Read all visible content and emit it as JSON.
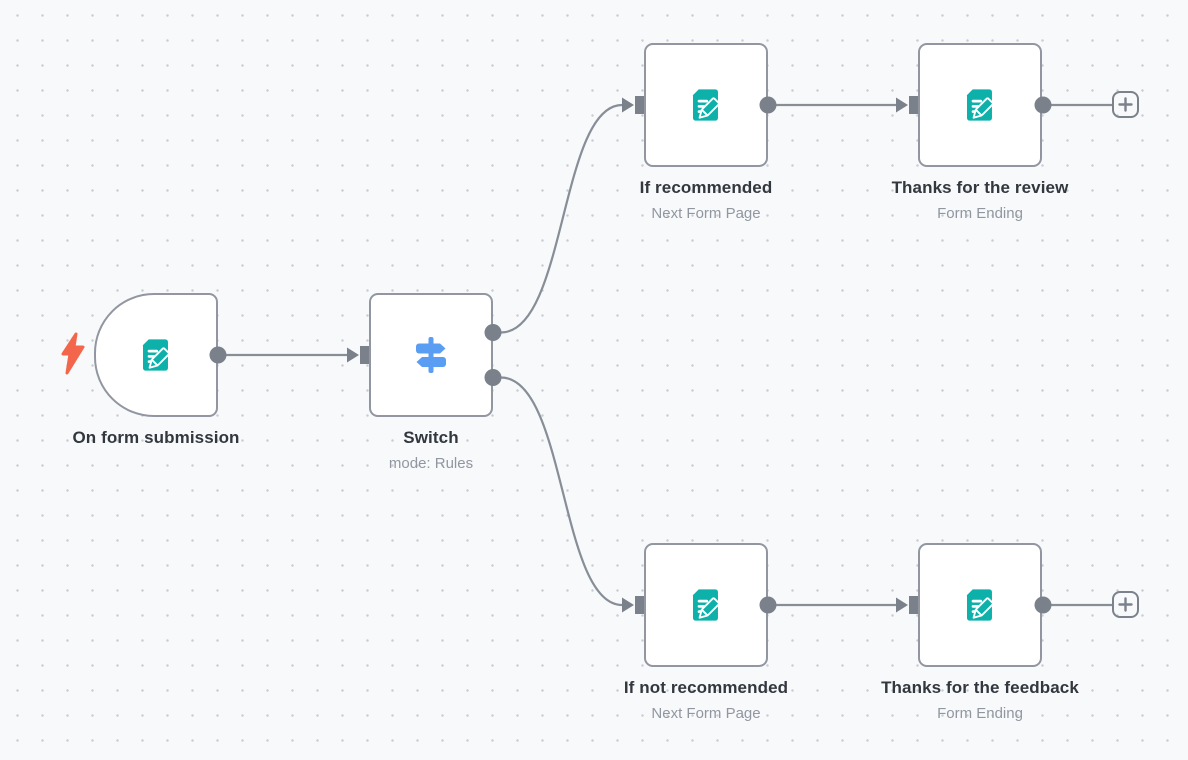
{
  "app": {
    "name": "workflow-canvas"
  },
  "colors": {
    "canvas_background": "#f8f9fb",
    "grid_dot": "#c9ccd3",
    "node_border": "#9196A0",
    "connector": "#7A818B",
    "connection_line": "#878E97",
    "title_text": "#33373E",
    "subtitle_text": "#9197A0",
    "form_icon_teal": "#0EB0AA",
    "switch_icon_blue": "#5A9EF3",
    "trigger_bolt_red": "#F4664C"
  },
  "nodes": [
    {
      "id": "trigger",
      "title": "On form submission",
      "subtitle": "",
      "icon": "form-trigger-icon",
      "shape": "rounded-left-trigger"
    },
    {
      "id": "switch",
      "title": "Switch",
      "subtitle": "mode: Rules",
      "icon": "switch-signpost-icon",
      "shape": "square"
    },
    {
      "id": "if-recommended",
      "title": "If recommended",
      "subtitle": "Next Form Page",
      "icon": "form-page-icon",
      "shape": "square"
    },
    {
      "id": "thanks-review",
      "title": "Thanks for the review",
      "subtitle": "Form Ending",
      "icon": "form-page-icon",
      "shape": "square"
    },
    {
      "id": "if-not-recommended",
      "title": "If not recommended",
      "subtitle": "Next Form Page",
      "icon": "form-page-icon",
      "shape": "square"
    },
    {
      "id": "thanks-feedback",
      "title": "Thanks for the feedback",
      "subtitle": "Form Ending",
      "icon": "form-page-icon",
      "shape": "square"
    }
  ],
  "connections": [
    {
      "from": "On form submission",
      "to": "Switch"
    },
    {
      "from": "Switch output 1",
      "to": "If recommended"
    },
    {
      "from": "Switch output 2",
      "to": "If not recommended"
    },
    {
      "from": "If recommended",
      "to": "Thanks for the review"
    },
    {
      "from": "If not recommended",
      "to": "Thanks for the feedback"
    },
    {
      "from": "Thanks for the review",
      "to": "add-node-button-top"
    },
    {
      "from": "Thanks for the feedback",
      "to": "add-node-button-bottom"
    }
  ],
  "add_buttons": [
    {
      "id": "add-node-button-top",
      "icon": "plus-icon"
    },
    {
      "id": "add-node-button-bottom",
      "icon": "plus-icon"
    }
  ],
  "trigger_indicator": {
    "icon": "lightning-bolt-icon"
  }
}
